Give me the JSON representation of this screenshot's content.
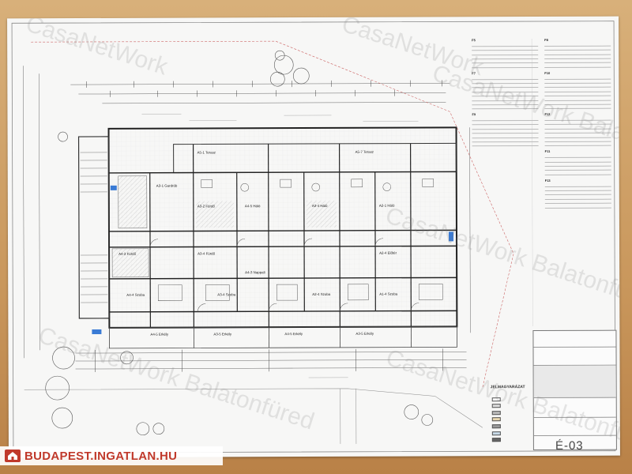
{
  "watermark_text": "CasaNetWork Balatonfüred",
  "watermark_short": "CasaNetWork",
  "brand": {
    "name": "BUDAPEST.INGATLAN.HU"
  },
  "drawing": {
    "sheet_code": "É-03",
    "legend_title": "JELMAGYARÁZAT",
    "rooms": [
      {
        "label": "A5-1 Terasz",
        "group": "top"
      },
      {
        "label": "A5-7 Terasz",
        "group": "top"
      },
      {
        "label": "A3-1 Gardrób",
        "group": "upper"
      },
      {
        "label": "A3-2 Fürdő",
        "group": "upper"
      },
      {
        "label": "A4-5 Háló",
        "group": "upper"
      },
      {
        "label": "A3-4 Háló",
        "group": "upper"
      },
      {
        "label": "A2-1 Háló",
        "group": "upper"
      },
      {
        "label": "A4-3 Fürdő",
        "group": "middle"
      },
      {
        "label": "A3-4 Fürdő",
        "group": "middle"
      },
      {
        "label": "A4-3 Nappali",
        "group": "middle"
      },
      {
        "label": "A2-4 Előtér",
        "group": "middle"
      },
      {
        "label": "A4-4 Szoba",
        "group": "lower"
      },
      {
        "label": "A3-4 Szoba",
        "group": "lower"
      },
      {
        "label": "A2-4 Szoba",
        "group": "lower"
      },
      {
        "label": "A1-4 Szoba",
        "group": "lower"
      },
      {
        "label": "A4-5 Erkély",
        "group": "bottom"
      },
      {
        "label": "A3-5 Erkély",
        "group": "bottom"
      },
      {
        "label": "A4-5 Erkély",
        "group": "bottom"
      },
      {
        "label": "A3-5 Erkély",
        "group": "bottom"
      }
    ]
  }
}
